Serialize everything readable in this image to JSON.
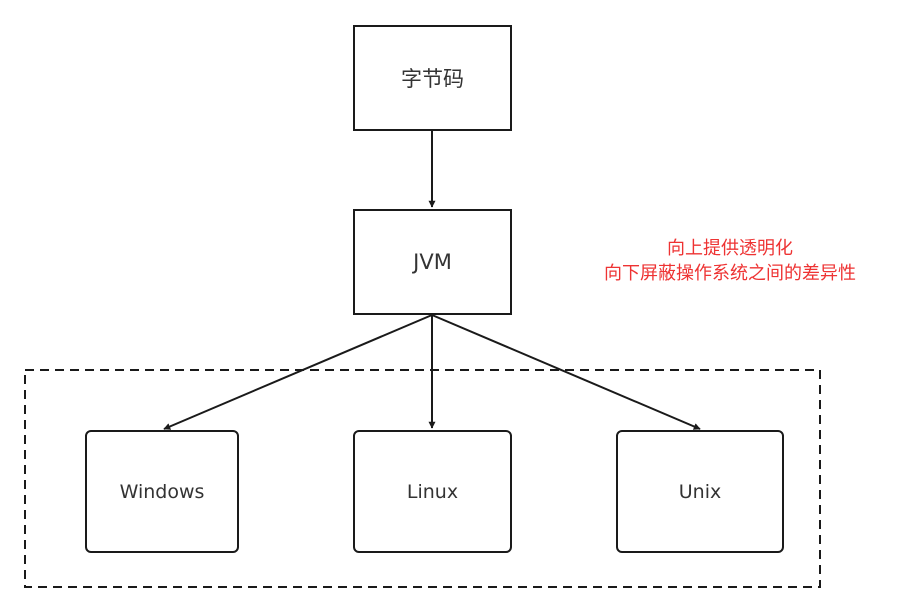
{
  "nodes": {
    "bytecode": {
      "label": "字节码"
    },
    "jvm": {
      "label": "JVM"
    },
    "windows": {
      "label": "Windows"
    },
    "linux": {
      "label": "Linux"
    },
    "unix": {
      "label": "Unix"
    }
  },
  "annotation": {
    "line1": "向上提供透明化",
    "line2": "向下屏蔽操作系统之间的差异性"
  },
  "colors": {
    "stroke": "#1a1a1a",
    "annotation": "#ee3333"
  }
}
